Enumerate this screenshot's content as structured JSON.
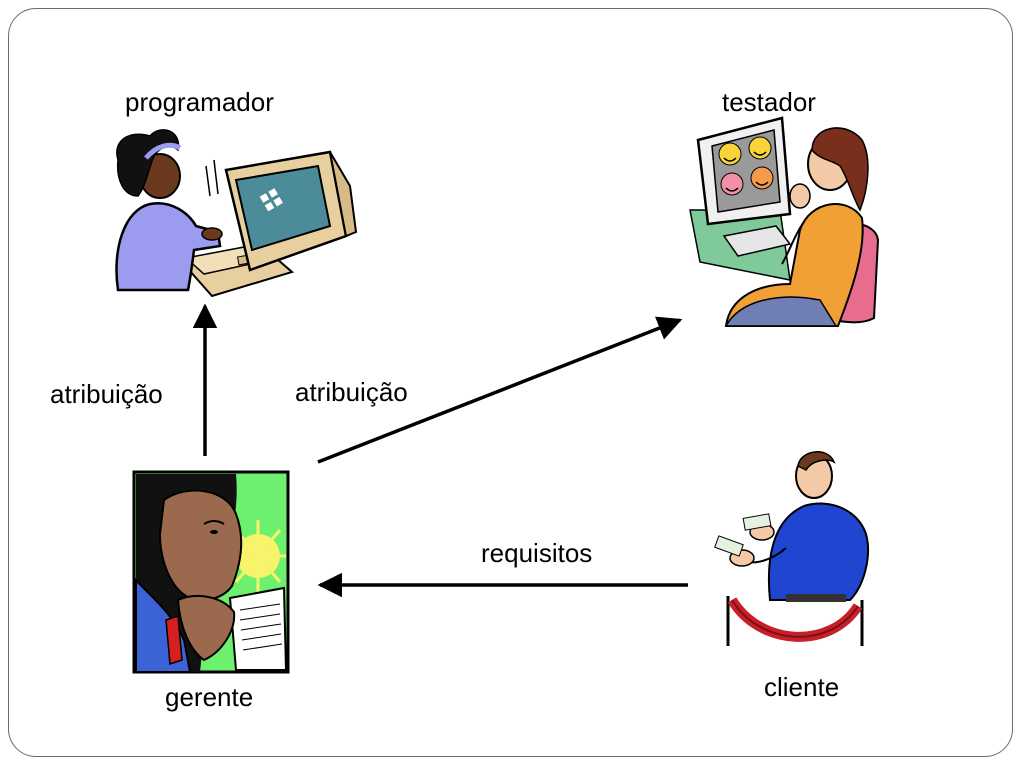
{
  "actors": {
    "programmer": {
      "label": "programador"
    },
    "tester": {
      "label": "testador"
    },
    "manager": {
      "label": "gerente"
    },
    "client": {
      "label": "cliente"
    }
  },
  "edges": {
    "to_programmer": {
      "label": "atribuição"
    },
    "to_tester": {
      "label": "atribuição"
    },
    "from_client": {
      "label": "requisitos"
    }
  },
  "colors": {
    "arrow": "#000000",
    "frame": "#6b6b6b"
  }
}
